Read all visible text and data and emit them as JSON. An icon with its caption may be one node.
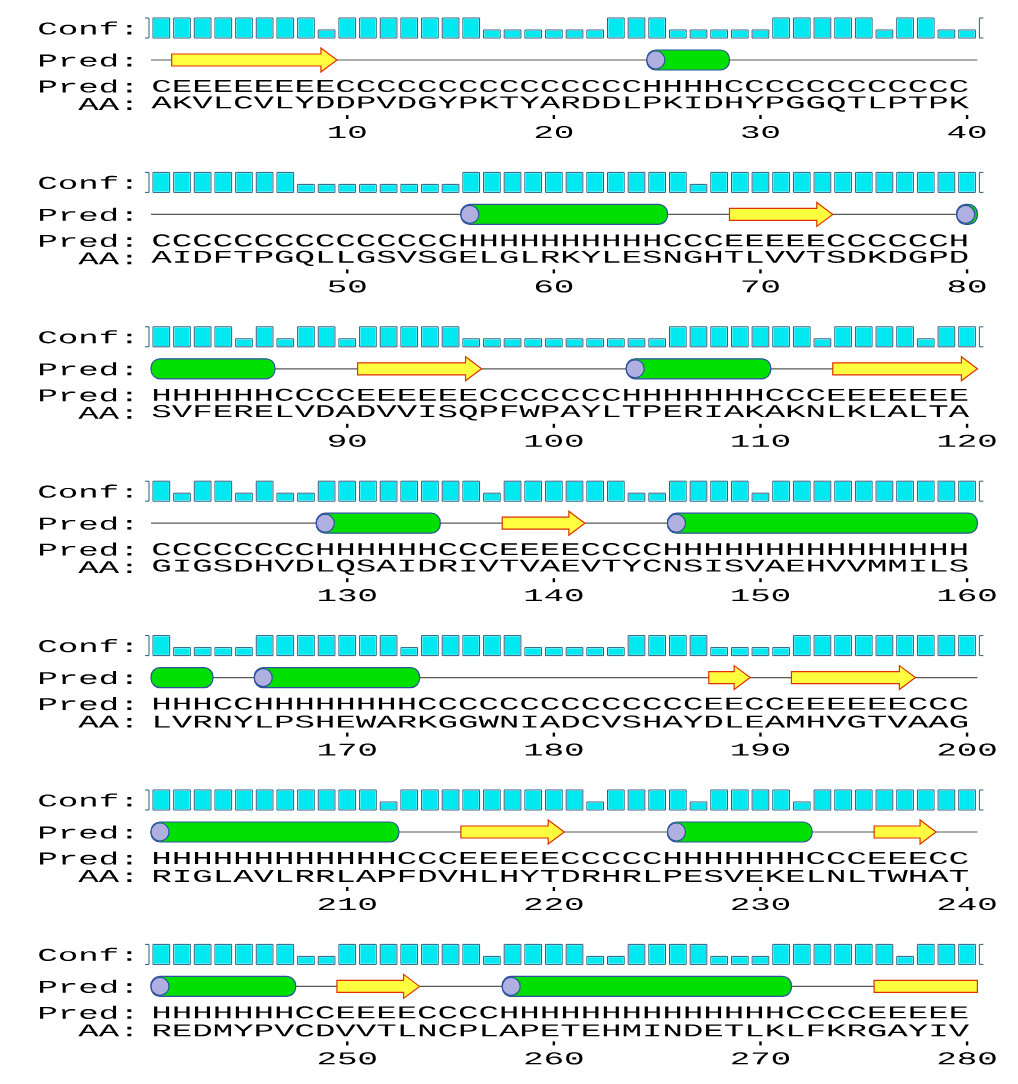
{
  "diagram": {
    "labels": [
      "Conf:",
      "Pred:",
      "Pred:",
      "CEEEEEEEECCCCCCCCCCCCCCCHHHHCCCCCCCCCCCC",
      "AA:",
      "AKVLCVLYDDPVDGYPKTYARDDLPKIDHYPGGQTLPTPK",
      "10",
      "20",
      "30",
      "40",
      "Conf:",
      "Pred:",
      "Pred:",
      "CCCCCCCCCCCCCCCHHHHHHHHHHCCCEEEEECCCCCCH",
      "AA:",
      "AIDFTPGQLLGSVSGELGLRKYLESNGHTLVVTSDKDGPD",
      "50",
      "60",
      "70",
      "80",
      "Conf:",
      "Pred:",
      "Pred:",
      "HHHHHHCCCCEEEEEECCCCCCCHHHHHHHCCCEEEEEEE",
      "AA:",
      "SVFERELVDADVVISQPFWPAYLTPERIAKAKNLKLALTA",
      "90",
      "100",
      "110",
      "120",
      "Conf:",
      "Pred:",
      "Pred:",
      "CCCCCCCCHHHHHHCCCEEEECCCCHHHHHHHHHHHHHHH",
      "AA:",
      "GIGSDHVDLQSAIDRIVTVAEVTYCNSISVAEHVVMMILS",
      "130",
      "140",
      "150",
      "160",
      "Conf:",
      "Pred:",
      "Pred:",
      "HHHCCHHHHHHHHCCCCCCCCCCCCCCEECCEEEEEECCC",
      "AA:",
      "LVRNYLPSHEWARKGGWNIADCVSHAYDLEAMHVGTVAAG",
      "170",
      "180",
      "190",
      "200",
      "Conf:",
      "Pred:",
      "Pred:",
      "HHHHHHHHHHHHCCCEEEEECCCCCHHHHHHHCCCEEECC",
      "AA:",
      "RIGLAVLRRLAPFDVHLHYTDRHRLPESVEKELNLTWHAT",
      "210",
      "220",
      "230",
      "240",
      "Conf:",
      "Pred:",
      "Pred:",
      "HHHHHHHCCEEEECCCCHHHHHHHHHHHHHHCCCCEEEEE",
      "AA:",
      "REDMYPVCDVVTLNCPLAPETEHMINDETLKLFKRGAYIV",
      "250",
      "260",
      "270",
      "280"
    ]
  }
}
